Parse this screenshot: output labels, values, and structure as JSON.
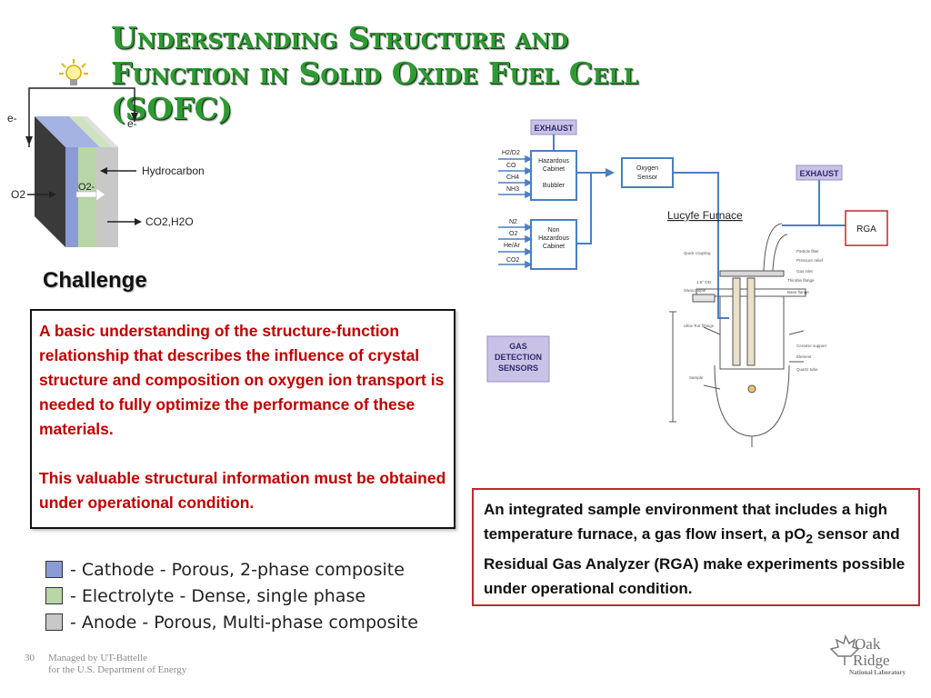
{
  "title": {
    "line1": "Understanding Structure and",
    "line2": "Function in Solid Oxide Fuel Cell",
    "line3": "(SOFC)"
  },
  "cell_diagram": {
    "electron_left": "e-",
    "electron_right": "e-",
    "o2_label": "O2",
    "ion_label": "O2-",
    "hydrocarbon_label": "Hydrocarbon",
    "products_label": "CO2,H2O"
  },
  "challenge": {
    "heading": "Challenge",
    "paragraph1": "A basic understanding of the structure-function relationship that describes the influence of crystal structure and composition on oxygen ion transport is needed to fully optimize the performance of these materials.",
    "paragraph2": "This valuable structural information must be obtained under operational condition."
  },
  "legend": [
    {
      "text": "- Cathode - Porous, 2-phase composite",
      "color": "#8a9bd6"
    },
    {
      "text": "- Electrolyte - Dense, single phase",
      "color": "#b8d6a8"
    },
    {
      "text": "- Anode - Porous, Multi-phase composite",
      "color": "#c8c8c8"
    }
  ],
  "setup": {
    "exhaust_top": "EXHAUST",
    "exhaust_right": "EXHAUST",
    "hazardous_cabinet": "Hazardous Cabinet",
    "bubbler": "Bubbler",
    "non_hazardous_cabinet": "Non Hazardous Cabinet",
    "oxygen_sensor": "Oxygen Sensor",
    "rga": "RGA",
    "furnace_title": "Lucyfe Furnace",
    "gas_detection": "GAS DETECTION SENSORS",
    "gases_hazardous": [
      "H2/D2",
      "CO",
      "CH4",
      "NH3"
    ],
    "gases_nonhazardous": [
      "N2",
      "O2",
      "He/Ar",
      "CO2"
    ]
  },
  "info": {
    "text_before": "An integrated sample environment that includes a high temperature furnace, a gas flow insert, a pO",
    "text_sub": "2",
    "text_after": " sensor and Residual Gas Analyzer (RGA) make experiments possible under operational condition."
  },
  "footer": {
    "page_number": "30",
    "line1": "Managed by UT-Battelle",
    "line2": "for the U.S. Department of Energy"
  },
  "logo": {
    "line1": "Oak",
    "line2": "Ridge",
    "line3": "National Laboratory"
  },
  "colors": {
    "title_green": "#2e9a32",
    "challenge_red": "#c00000",
    "info_border": "#c0282d",
    "diagram_blue": "#4a7fc1",
    "exhaust_purple": "#9a8fc4"
  }
}
